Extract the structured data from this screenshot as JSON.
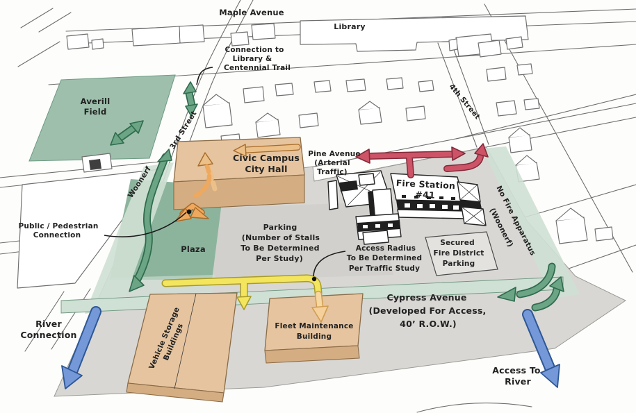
{
  "labels": {
    "maple_avenue": "Maple Avenue",
    "library": "Library",
    "third_street": "3rd Street",
    "fourth_street": "4th Street",
    "woonerf": "Woonerf",
    "pine_avenue": [
      "Pine Avenue",
      "(Arterial",
      "Traffic)"
    ],
    "cypress_avenue": [
      "Cypress Avenue",
      "(Developed For Access,",
      "40’ R.O.W.)"
    ],
    "no_fire": [
      "No Fire Apparatus",
      "(Woonerf)"
    ],
    "averill_field": [
      "Averill",
      "Field"
    ],
    "city_hall": [
      "Civic Campus",
      "City Hall"
    ],
    "fire_station": [
      "Fire Station",
      "#41"
    ],
    "plaza": "Plaza",
    "vehicle_storage": [
      "Vehicle Storage",
      "Buildings"
    ],
    "fleet_maintenance": [
      "Fleet Maintenance",
      "Building"
    ],
    "connection_library": [
      "Connection to",
      "Library &",
      "Centennial Trail"
    ],
    "pedestrian": [
      "Public / Pedestrian",
      "Connection"
    ],
    "parking": [
      "Parking",
      "(Number of Stalls",
      "To Be Determined",
      "Per Study)"
    ],
    "access_radius": [
      "Access Radius",
      "To Be Determined",
      "Per Traffic Study"
    ],
    "secured_parking": [
      "Secured",
      "Fire District",
      "Parking"
    ],
    "river_connection": [
      "River",
      "Connection"
    ],
    "access_river": [
      "Access To",
      "River"
    ]
  },
  "colors": {
    "field_green": "#9dbfab",
    "plaza_green": "#8cb49d",
    "woonerf_green": "#cfe0d4",
    "campus_gray": "#d8d7d4",
    "lot_gray": "#e3e2df",
    "tan_roof": "#e5c49f",
    "tan_face": "#d4ad82",
    "arrow_green": "#6ba585",
    "arrow_green_dark": "#2f6b4d",
    "arrow_red": "#cd5366",
    "arrow_red_dark": "#84293a",
    "arrow_yellow": "#f3e55e",
    "arrow_yellow_dark": "#a99b26",
    "arrow_blue": "#7598d8",
    "arrow_blue_dark": "#2e5795",
    "arrow_orange": "#efa95e",
    "arrow_orange_pale": "#ecc089",
    "arrow_orange_dark": "#a86a28",
    "ink": "#222222",
    "sketch": "#6e6e6e"
  }
}
